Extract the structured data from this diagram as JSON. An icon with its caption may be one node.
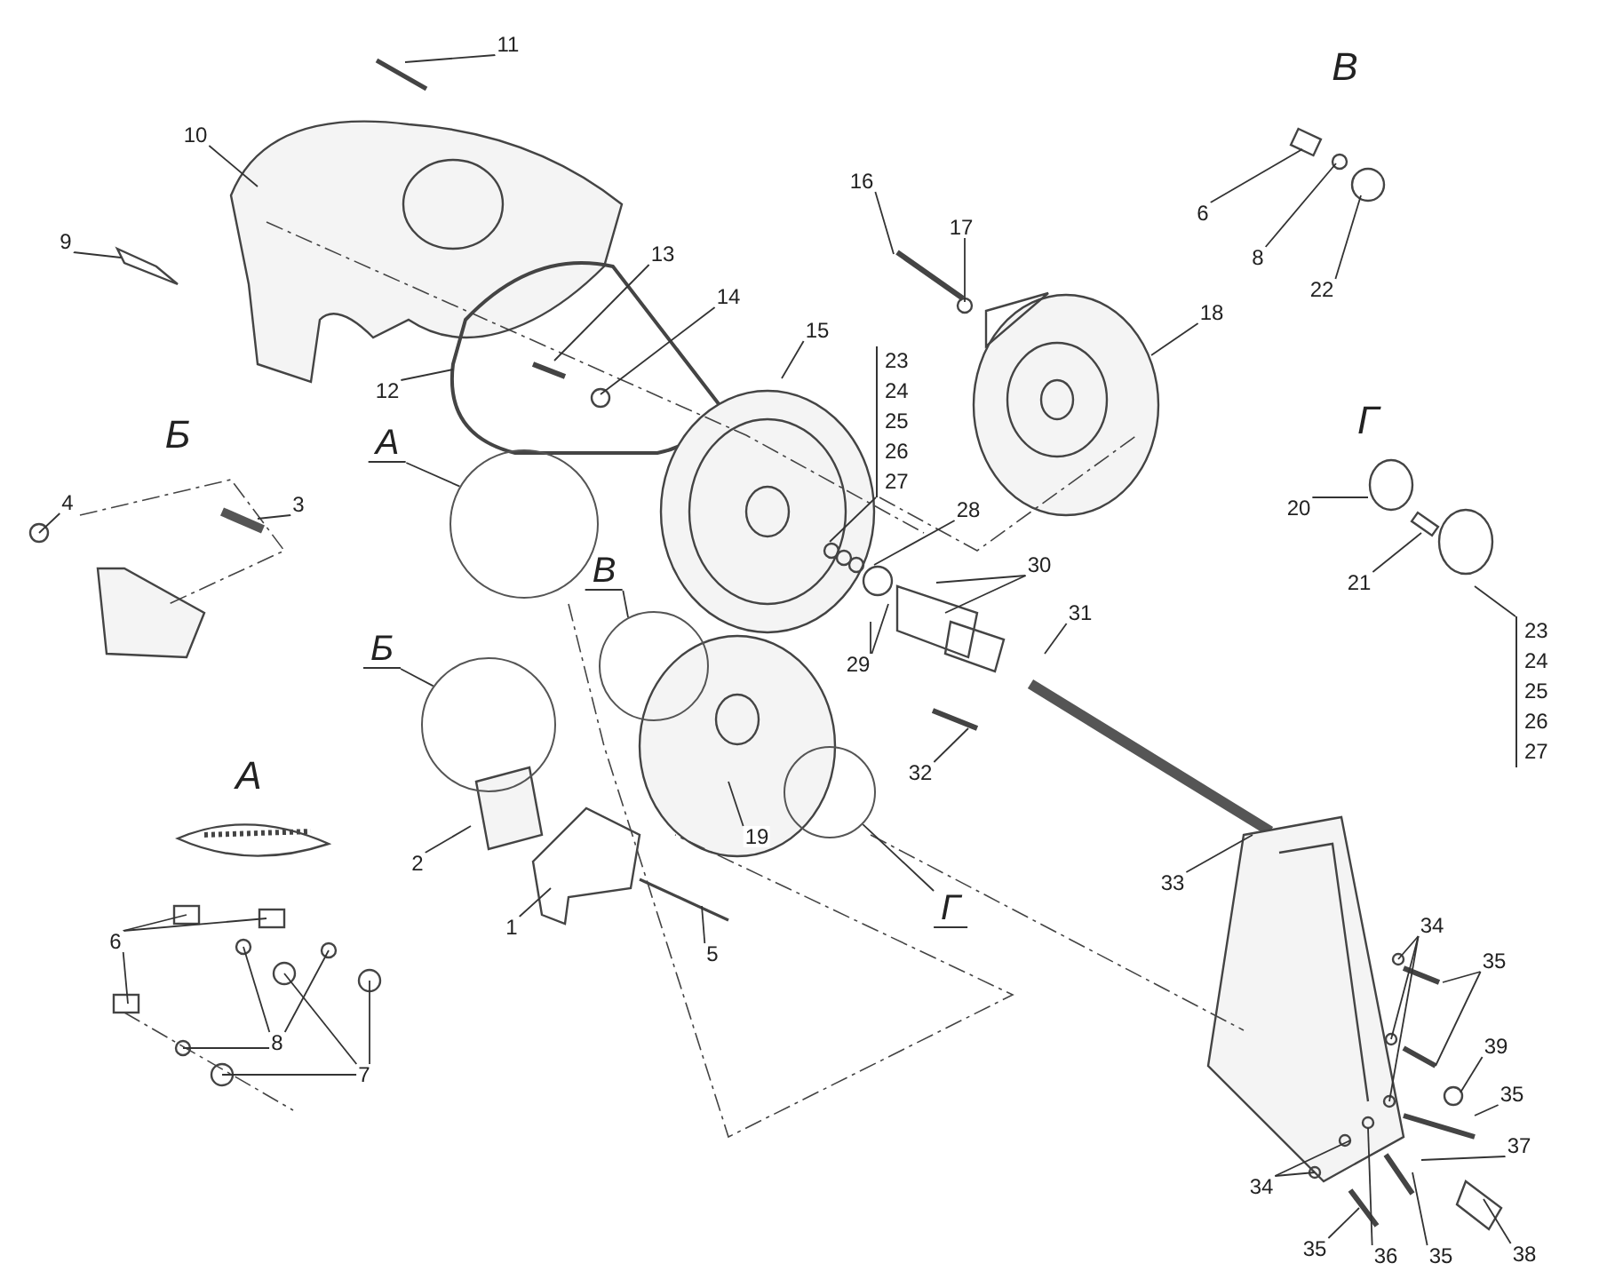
{
  "diagram": {
    "nodes": [
      {
        "text": [
          "10"
        ]
      },
      {
        "text": [
          "11"
        ]
      },
      {
        "text": [
          "9"
        ]
      },
      {
        "text": [
          "12"
        ]
      },
      {
        "text": [
          "13"
        ]
      },
      {
        "text": [
          "14"
        ]
      },
      {
        "text": [
          "15"
        ]
      },
      {
        "text": [
          "16"
        ]
      },
      {
        "text": [
          "17"
        ]
      },
      {
        "text": [
          "18"
        ]
      },
      {
        "text": [
          "6"
        ]
      },
      {
        "text": [
          "8"
        ]
      },
      {
        "text": [
          "22"
        ]
      },
      {
        "text": [
          "23",
          "24",
          "25",
          "26",
          "27"
        ]
      },
      {
        "text": [
          "28"
        ]
      },
      {
        "text": [
          "30"
        ]
      },
      {
        "text": [
          "29"
        ]
      },
      {
        "text": [
          "31"
        ]
      },
      {
        "text": [
          "20"
        ]
      },
      {
        "text": [
          "21"
        ]
      },
      {
        "text": [
          "23",
          "24",
          "25",
          "26",
          "27"
        ]
      },
      {
        "text": [
          "4"
        ]
      },
      {
        "text": [
          "3"
        ]
      },
      {
        "text": [
          "А"
        ]
      },
      {
        "text": [],
        "shape": "circle"
      },
      {
        "text": [
          "В"
        ]
      },
      {
        "text": [],
        "shape": "circle"
      },
      {
        "text": [
          "Б"
        ]
      },
      {
        "text": [],
        "shape": "circle"
      },
      {
        "text": [
          "2"
        ]
      },
      {
        "text": [
          "1"
        ]
      },
      {
        "text": [
          "5"
        ]
      },
      {
        "text": [
          "19"
        ]
      },
      {
        "text": [
          "32"
        ]
      },
      {
        "text": [
          "Г"
        ]
      },
      {
        "text": [],
        "shape": "circle"
      },
      {
        "text": [
          "33"
        ]
      },
      {
        "text": [
          "6"
        ]
      },
      {
        "text": [
          "8"
        ]
      },
      {
        "text": [
          "7"
        ]
      },
      {
        "text": [
          "34"
        ]
      },
      {
        "text": [
          "35"
        ]
      },
      {
        "text": [
          "39"
        ]
      },
      {
        "text": [
          "35"
        ]
      },
      {
        "text": [
          "37"
        ]
      },
      {
        "text": [
          "34"
        ]
      },
      {
        "text": [
          "35"
        ]
      },
      {
        "text": [
          "36"
        ]
      },
      {
        "text": [
          "35"
        ]
      },
      {
        "text": [
          "38"
        ]
      }
    ],
    "edges": [
      {
        "from": 0,
        "to": null,
        "arrow": "none"
      },
      {
        "from": 1,
        "to": null,
        "arrow": "none"
      },
      {
        "from": 2,
        "to": null,
        "arrow": "none"
      },
      {
        "from": 3,
        "to": null,
        "arrow": "none"
      },
      {
        "from": 4,
        "to": null,
        "arrow": "none"
      },
      {
        "from": 5,
        "to": null,
        "arrow": "none"
      },
      {
        "from": 6,
        "to": null,
        "arrow": "none"
      },
      {
        "from": 7,
        "to": null,
        "arrow": "none"
      },
      {
        "from": 8,
        "to": null,
        "arrow": "none"
      },
      {
        "from": 9,
        "to": null,
        "arrow": "none"
      },
      {
        "from": 10,
        "to": null,
        "arrow": "none"
      },
      {
        "from": 11,
        "to": null,
        "arrow": "none"
      },
      {
        "from": 12,
        "to": null,
        "arrow": "none"
      },
      {
        "from": 13,
        "to": null,
        "arrow": "none"
      },
      {
        "from": 14,
        "to": null,
        "arrow": "none"
      },
      {
        "from": 15,
        "to": null,
        "arrow": "none"
      },
      {
        "from": 15,
        "to": null,
        "arrow": "none"
      },
      {
        "from": 16,
        "to": null,
        "arrow": "none"
      },
      {
        "from": 16,
        "to": null,
        "arrow": "none"
      },
      {
        "from": 17,
        "to": null,
        "arrow": "none"
      },
      {
        "from": 18,
        "to": null,
        "arrow": "none"
      },
      {
        "from": 19,
        "to": null,
        "arrow": "none"
      },
      {
        "from": 20,
        "to": null,
        "arrow": "none"
      },
      {
        "from": 21,
        "to": null,
        "arrow": "none"
      },
      {
        "from": 22,
        "to": null,
        "arrow": "none"
      },
      {
        "from": 23,
        "to": 24,
        "arrow": "none"
      },
      {
        "from": 25,
        "to": 26,
        "arrow": "none"
      },
      {
        "from": 27,
        "to": 28,
        "arrow": "none"
      },
      {
        "from": 29,
        "to": null,
        "arrow": "none"
      },
      {
        "from": 30,
        "to": null,
        "arrow": "none"
      },
      {
        "from": 31,
        "to": null,
        "arrow": "none"
      },
      {
        "from": 32,
        "to": null,
        "arrow": "none"
      },
      {
        "from": 33,
        "to": null,
        "arrow": "none"
      },
      {
        "from": 34,
        "to": 35,
        "arrow": "none"
      },
      {
        "from": 36,
        "to": null,
        "arrow": "none"
      },
      {
        "from": 37,
        "to": null,
        "arrow": "none"
      },
      {
        "from": 37,
        "to": null,
        "arrow": "none"
      },
      {
        "from": 37,
        "to": null,
        "arrow": "none"
      },
      {
        "from": 38,
        "to": null,
        "arrow": "none"
      },
      {
        "from": 38,
        "to": null,
        "arrow": "none"
      },
      {
        "from": 38,
        "to": null,
        "arrow": "none"
      },
      {
        "from": 39,
        "to": null,
        "arrow": "none"
      },
      {
        "from": 39,
        "to": null,
        "arrow": "none"
      },
      {
        "from": 39,
        "to": null,
        "arrow": "none"
      },
      {
        "from": 40,
        "to": null,
        "arrow": "none"
      },
      {
        "from": 40,
        "to": null,
        "arrow": "none"
      },
      {
        "from": 40,
        "to": null,
        "arrow": "none"
      },
      {
        "from": 41,
        "to": null,
        "arrow": "none"
      },
      {
        "from": 41,
        "to": null,
        "arrow": "none"
      },
      {
        "from": 42,
        "to": null,
        "arrow": "none"
      },
      {
        "from": 43,
        "to": null,
        "arrow": "none"
      },
      {
        "from": 44,
        "to": null,
        "arrow": "none"
      },
      {
        "from": 45,
        "to": null,
        "arrow": "none"
      },
      {
        "from": 45,
        "to": null,
        "arrow": "none"
      },
      {
        "from": 46,
        "to": null,
        "arrow": "none"
      },
      {
        "from": 47,
        "to": null,
        "arrow": "none"
      },
      {
        "from": 48,
        "to": null,
        "arrow": "none"
      },
      {
        "from": 49,
        "to": null,
        "arrow": "none"
      }
    ],
    "labels": [
      "В",
      "Г",
      "Б",
      "А"
    ]
  }
}
